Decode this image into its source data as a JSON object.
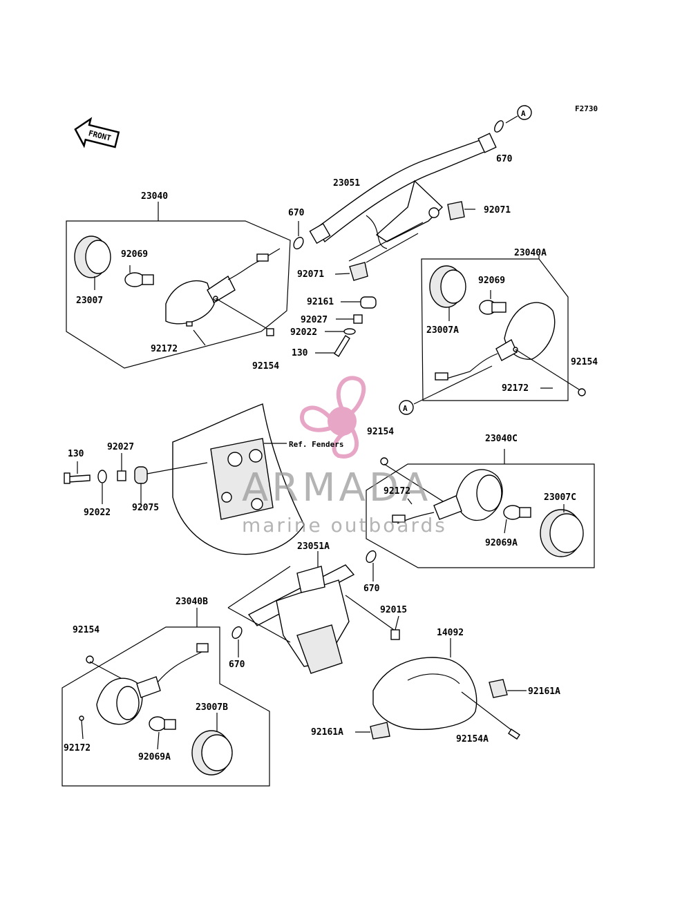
{
  "figure_id": "F2730",
  "front_label": "FRONT",
  "ref_label": "Ref. Fenders",
  "callout_A": "A",
  "watermark": {
    "title": "ARMADA",
    "subtitle": "marine outboards",
    "color": "#e8a6c6"
  },
  "labels": [
    "670",
    "23051",
    "92071",
    "23040",
    "670",
    "92069",
    "23007",
    "92071",
    "92161",
    "92027",
    "92022",
    "130",
    "92172",
    "92154",
    "23040A",
    "92069",
    "23007A",
    "92154",
    "92172",
    "130",
    "92027",
    "92022",
    "92075",
    "92154",
    "23040C",
    "92172",
    "23007C",
    "92069A",
    "23051A",
    "670",
    "92015",
    "23040B",
    "92154",
    "670",
    "14092",
    "92161A",
    "92161A",
    "92154A",
    "92172",
    "92069A",
    "23007B"
  ]
}
